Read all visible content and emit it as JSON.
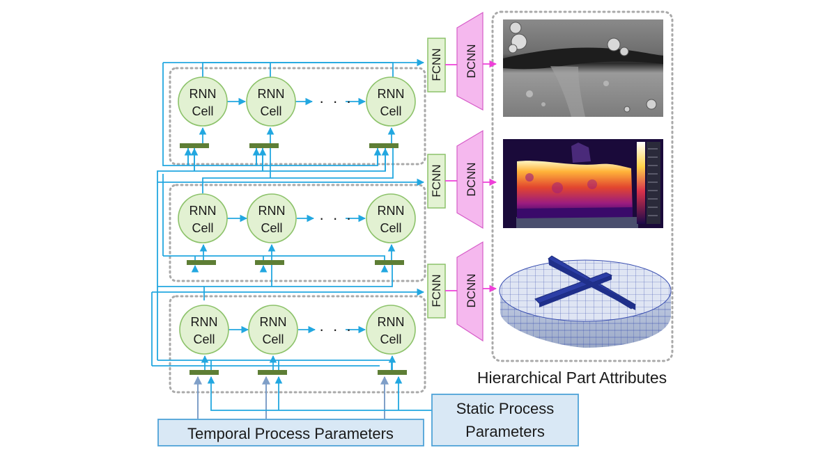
{
  "rnn_cell": {
    "line1": "RNN",
    "line2": "Cell"
  },
  "ellipsis": "· · ·",
  "fcnn_label": "FCNN",
  "dcnn_label": "DCNN",
  "output_caption": "Hierarchical Part Attributes",
  "temporal_params_label": "Temporal Process Parameters",
  "static_params_line1": "Static Process",
  "static_params_line2": "Parameters",
  "colors": {
    "connection": "#22a7e0",
    "input_arrow": "#7f9fc8",
    "output_arrow": "#ee3fd8",
    "cell_fill": "#e2f1d2",
    "cell_stroke": "#8cc26a",
    "dcnn_fill": "#f5b8ee",
    "fcnn_fill": "#e3f2d3",
    "param_box_fill": "#d9e8f5",
    "param_box_stroke": "#4ea2d8",
    "concat_bar": "#5e7e35"
  },
  "images": [
    "microscopy-image",
    "thermal-image",
    "mesh-model-image"
  ]
}
